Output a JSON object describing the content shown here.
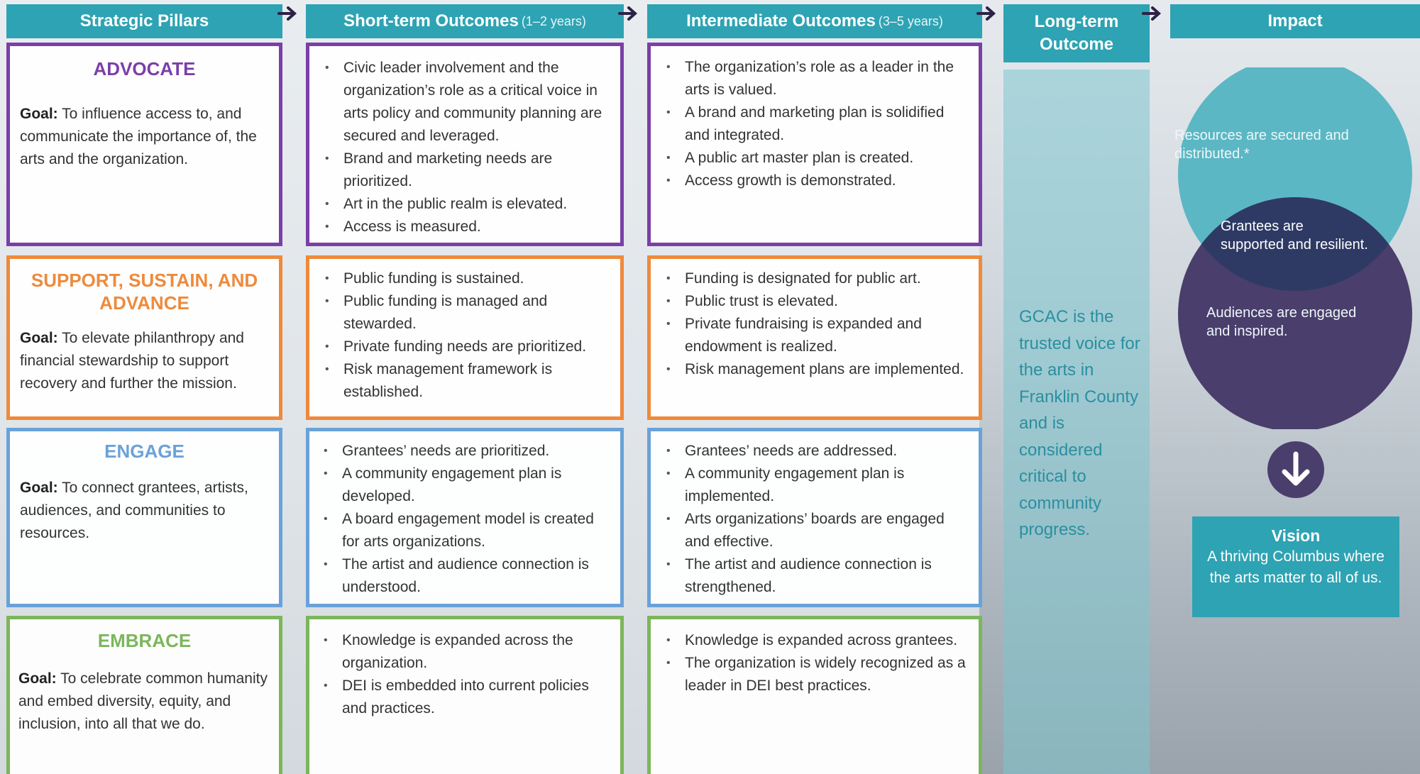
{
  "headers": {
    "pillars": "Strategic Pillars",
    "short_term": "Short-term Outcomes",
    "short_term_sub": "(1–2 years)",
    "intermediate": "Intermediate Outcomes",
    "intermediate_sub": "(3–5 years)",
    "long_term": "Long-term Outcome",
    "impact": "Impact"
  },
  "goal_prefix": "Goal:",
  "pillars": [
    {
      "title": "ADVOCATE",
      "color": "#7b3fa8",
      "goal": "To influence access to, and communicate the importance of, the arts and the organization.",
      "short_term": [
        "Civic leader involvement and the organization’s role as a critical voice in arts policy and community planning are secured and leveraged.",
        "Brand and marketing needs are prioritized.",
        "Art in the public realm is elevated.",
        "Access is measured."
      ],
      "intermediate": [
        "The organization’s role as a leader in the arts is valued.",
        "A brand and marketing plan is solidified and integrated.",
        "A public art master plan is created.",
        "Access growth is demonstrated."
      ]
    },
    {
      "title": "SUPPORT, SUSTAIN, AND ADVANCE",
      "color": "#ee8a3c",
      "goal": "To elevate philanthropy and financial stewardship to support recovery and further the mission.",
      "short_term": [
        "Public funding is sustained.",
        "Public funding is managed and stewarded.",
        "Private funding needs are prioritized.",
        "Risk management framework is established."
      ],
      "intermediate": [
        "Funding is designated for public art.",
        "Public trust is elevated.",
        "Private fundraising is expanded and endowment is realized.",
        "Risk management plans are implemented."
      ]
    },
    {
      "title": "ENGAGE",
      "color": "#6aa2d8",
      "goal": "To connect grantees, artists, audiences, and communities to resources.",
      "short_term": [
        "Grantees’ needs are prioritized.",
        "A community engagement plan is developed.",
        "A board engagement model is created for arts organizations.",
        "The artist and audience connection is understood."
      ],
      "intermediate": [
        "Grantees’ needs are addressed.",
        "A community engagement plan is implemented.",
        "Arts organizations’ boards are engaged and effective.",
        "The artist and audience connection is strengthened."
      ]
    },
    {
      "title": "EMBRACE",
      "color": "#7cb65b",
      "goal": "To celebrate common humanity and embed diversity, equity, and inclusion, into all that we do.",
      "short_term": [
        "Knowledge is expanded across the organization.",
        "DEI is embedded into current policies and practices."
      ],
      "intermediate": [
        "Knowledge is expanded across grantees.",
        "The organization is widely recognized as a leader in DEI best practices."
      ]
    }
  ],
  "long_term_text": "GCAC is the trusted voice for the arts in Franklin County and is considered critical to community progress.",
  "impact": {
    "circle_top": "Resources are secured and distributed.*",
    "overlap": "Grantees are supported and resilient.",
    "circle_bottom": "Audiences are engaged and inspired."
  },
  "vision": {
    "title": "Vision",
    "text": "A thriving Columbus where the arts matter to all of us."
  },
  "colors": {
    "header_teal": "#2ea3b3",
    "circle_teal": "#5bb7c4",
    "circle_purple": "#4a3e6c",
    "overlap_navy": "#2e3a64",
    "arrow": "#2c2246"
  }
}
